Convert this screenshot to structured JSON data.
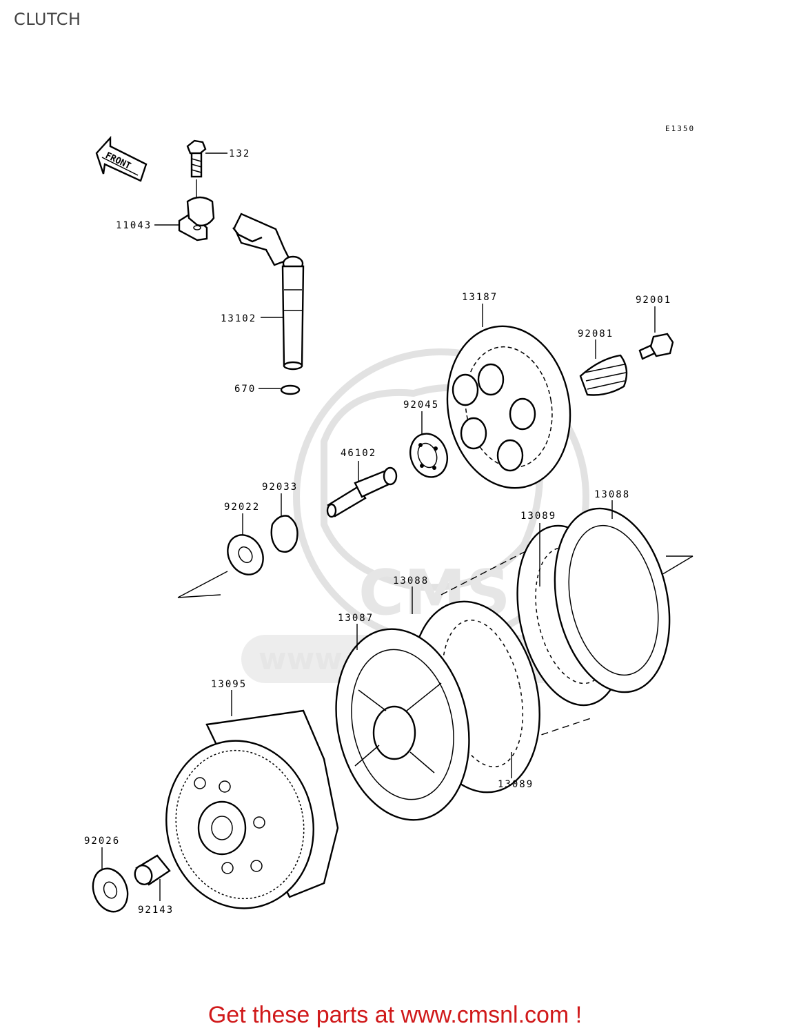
{
  "page": {
    "title": "CLUTCH"
  },
  "diagram": {
    "code": "E1350",
    "front_label": "FRONT"
  },
  "watermark": {
    "brand": "CMS",
    "site": "www.cmsnl.com"
  },
  "labels": {
    "p132": "132",
    "p11043": "11043",
    "p13102": "13102",
    "p670": "670",
    "p13187": "13187",
    "p92001": "92001",
    "p92081": "92081",
    "p92045": "92045",
    "p46102": "46102",
    "p92033": "92033",
    "p92022": "92022",
    "p13088a": "13088",
    "p13089a": "13089",
    "p13088b": "13088",
    "p13087": "13087",
    "p13095": "13095",
    "p13089b": "13089",
    "p92026": "92026",
    "p92143": "92143"
  },
  "footer": {
    "text": "Get these parts at www.cmsnl.com !"
  }
}
